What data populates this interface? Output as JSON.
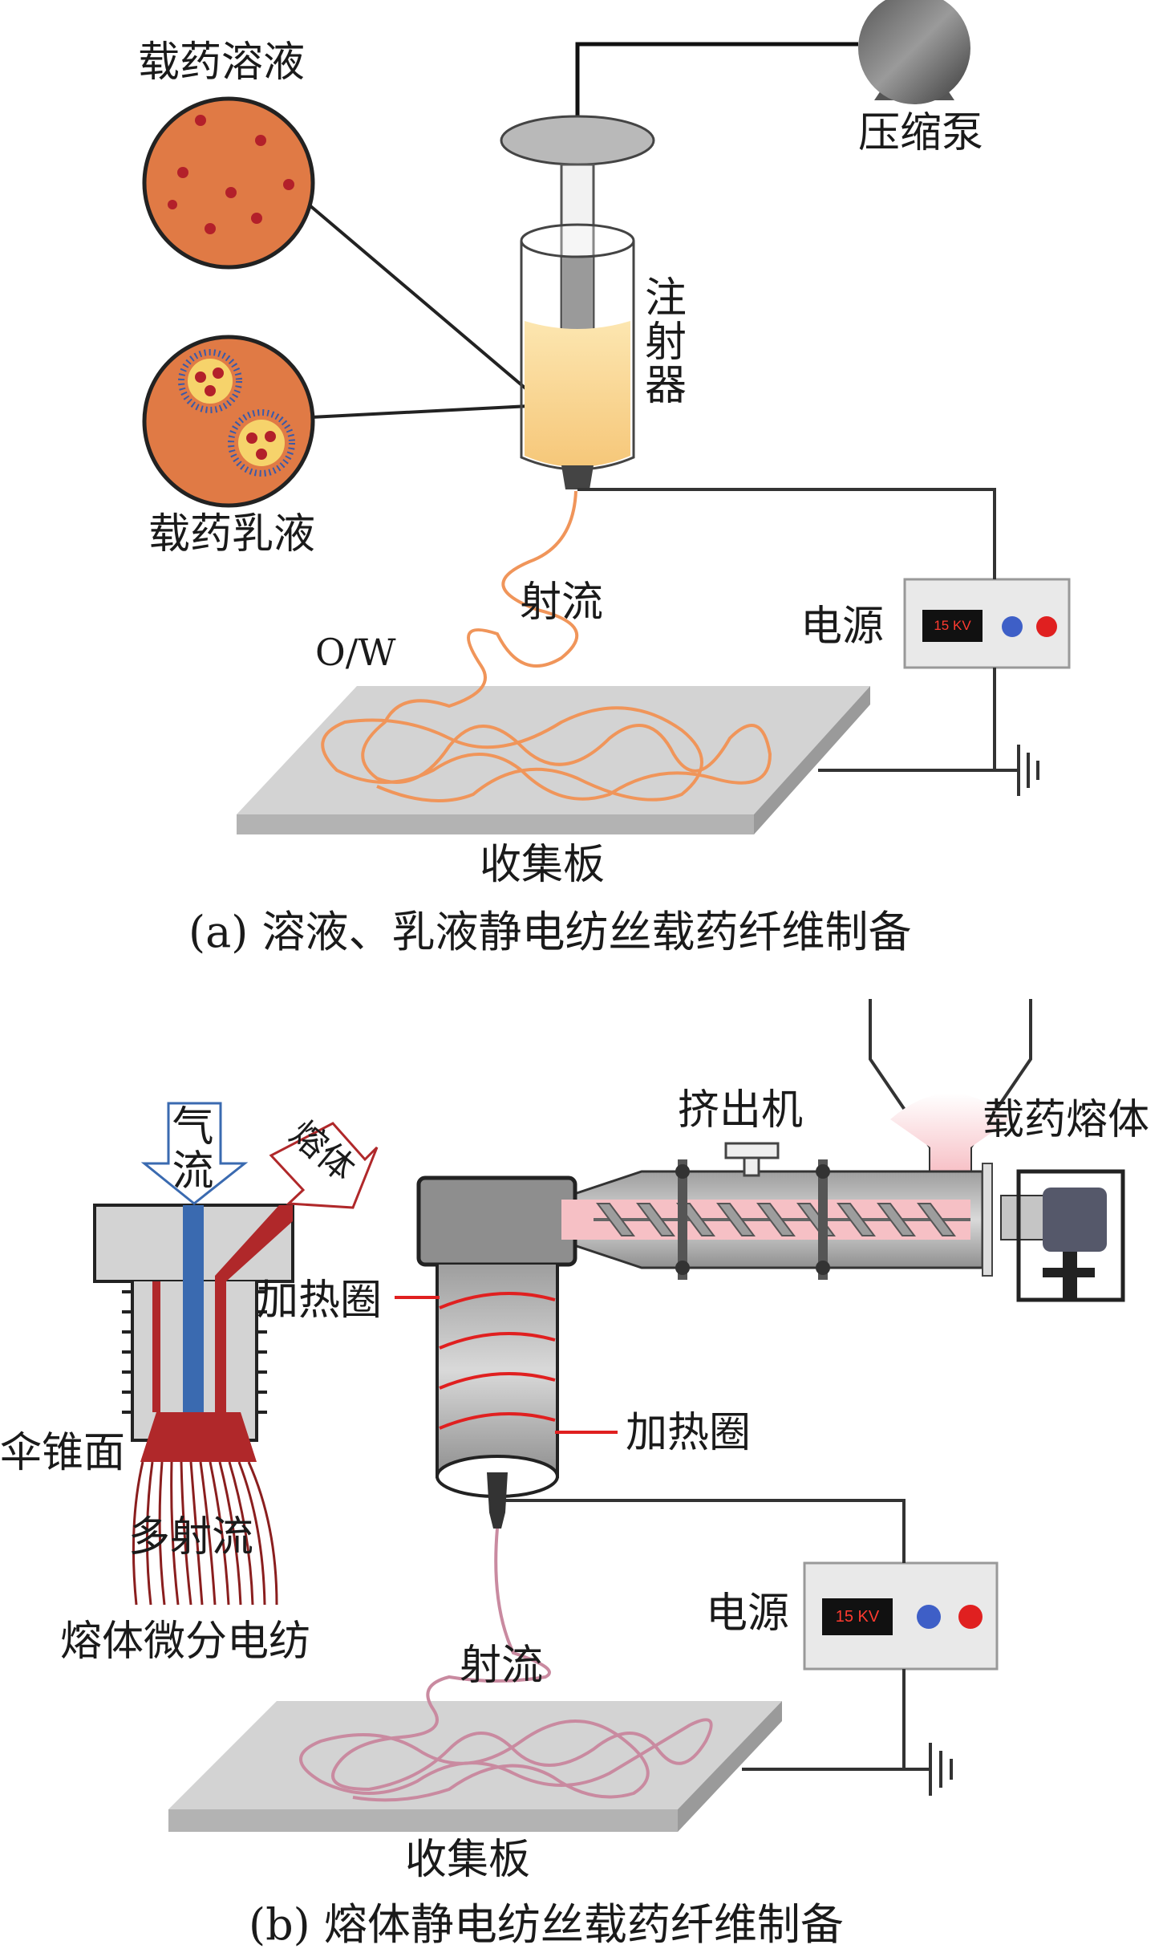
{
  "panel_a": {
    "drug_solution": "载药溶液",
    "drug_emulsion": "载药乳液",
    "compression_pump": "压缩泵",
    "syringe": "注射器",
    "jet": "射流",
    "ow": "O/W",
    "power_supply": "电源",
    "voltage": "15 KV",
    "collector": "收集板",
    "caption": "(a) 溶液、乳液静电纺丝载药纤维制备"
  },
  "panel_b": {
    "extruder": "挤出机",
    "drug_melt": "载药熔体",
    "airflow": "气流",
    "melt": "熔体",
    "heating_coil_left": "加热圈",
    "heating_coil_right": "加热圈",
    "umbrella_cone": "伞锥面",
    "multi_jet": "多射流",
    "melt_differential": "熔体微分电纺",
    "jet": "射流",
    "power_supply": "电源",
    "voltage": "15 KV",
    "collector": "收集板",
    "caption": "(b) 熔体静电纺丝载药纤维制备"
  },
  "colors": {
    "droplet": "#e07a45",
    "jet_a": "#f0955a",
    "jet_b": "#c98aa0",
    "heating": "#e02020",
    "melt": "#f6c0c5",
    "plate": "#d3d3d3",
    "syringe_fluid": "#f9d790",
    "air_channel": "#3a6ab0",
    "melt_channel": "#b0282a"
  }
}
